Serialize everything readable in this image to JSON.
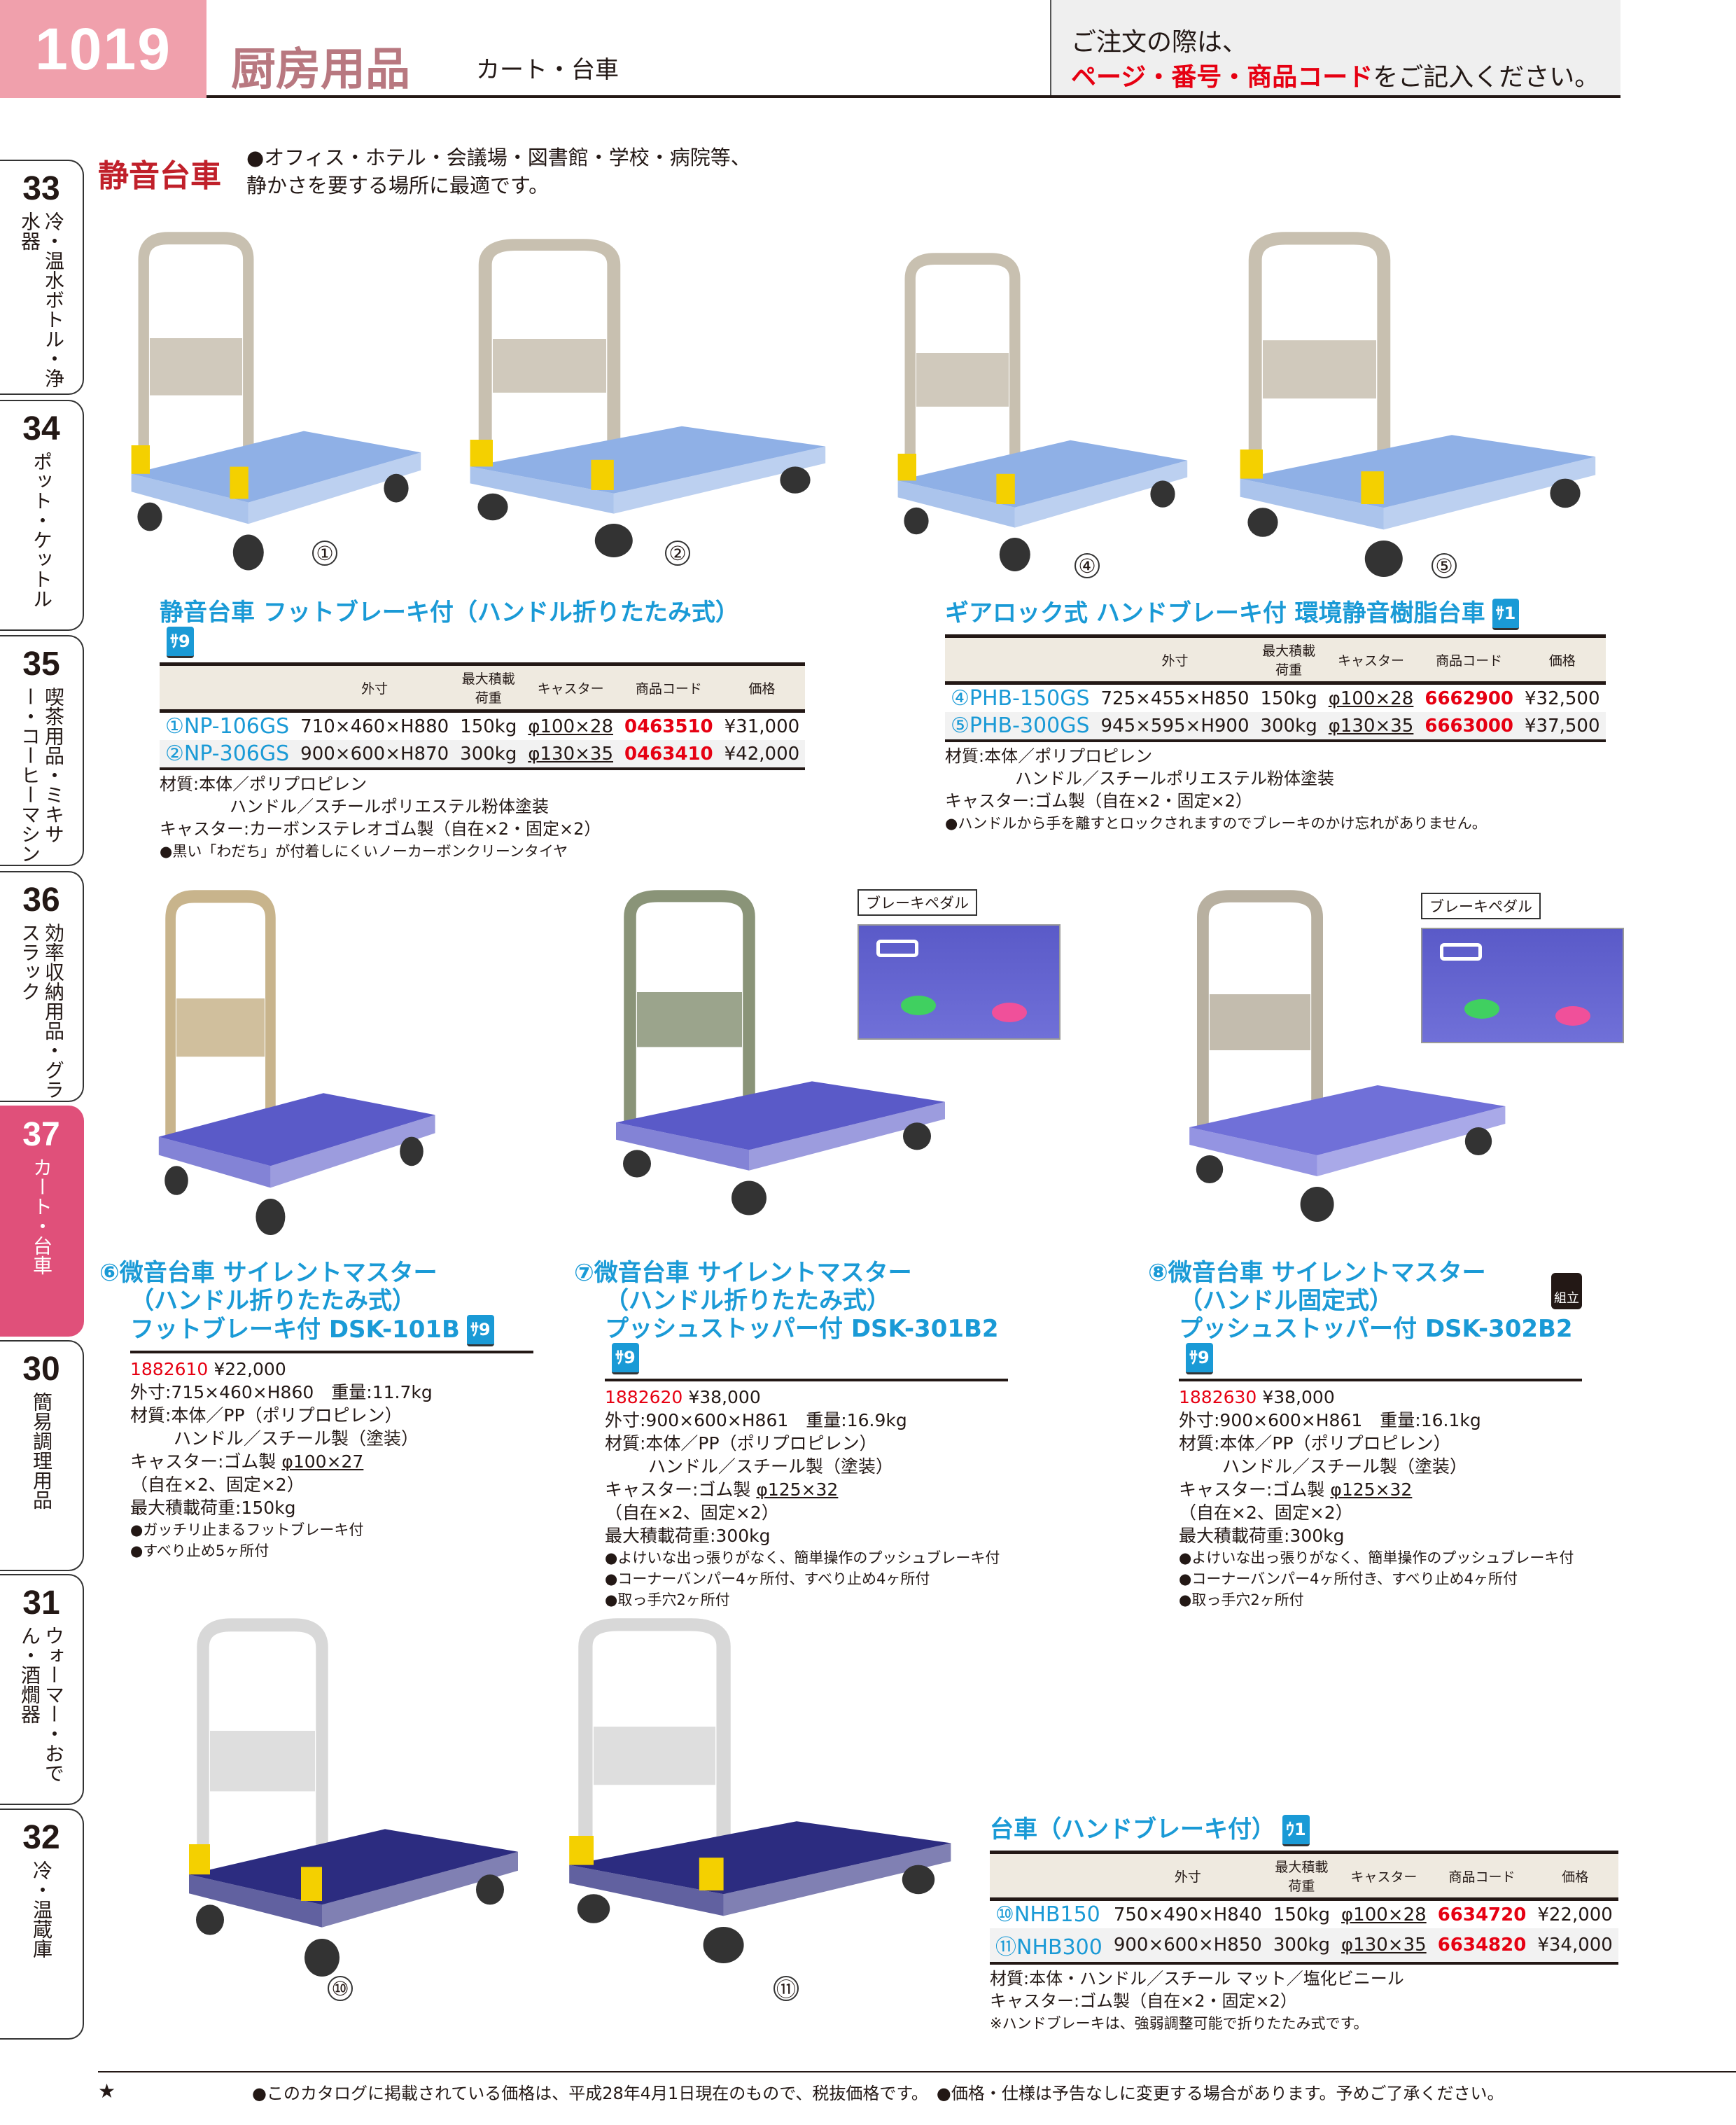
{
  "header": {
    "page_number": "1019",
    "category": "厨房用品",
    "subcategory": "カート・台車",
    "notice_line1": "ご注文の際は、",
    "notice_red": "ページ・番号・商品コード",
    "notice_rest": "をご記入ください。"
  },
  "sidebar": [
    {
      "num": "33",
      "label": "冷・温水ボトル・浄水器"
    },
    {
      "num": "34",
      "label": "ポット・ケットル"
    },
    {
      "num": "35",
      "label": "喫茶用品・ミキサー・コーヒーマシン"
    },
    {
      "num": "36",
      "label": "効率収納用品・グラスラック"
    },
    {
      "num": "37",
      "label": "カート・台車",
      "active": true
    },
    {
      "num": "30",
      "label": "簡易調理用品"
    },
    {
      "num": "31",
      "label": "ウォーマー・おでん・酒燗器"
    },
    {
      "num": "32",
      "label": "冷・温蔵庫"
    }
  ],
  "section": {
    "title": "静音台車",
    "desc1": "●オフィス・ホテル・会議場・図書館・学校・病院等、",
    "desc2": "静かさを要する場所に最適です。"
  },
  "table_headers": [
    "外寸",
    "最大積載荷重",
    "キャスター",
    "商品コード",
    "価格"
  ],
  "groupA": {
    "title": "静音台車 フットブレーキ付（ハンドル折りたたみ式）",
    "badge": "ｻ9",
    "rows": [
      {
        "no": "①",
        "model": "NP-106GS",
        "size": "710×460×H880",
        "load": "150kg",
        "caster": "φ100×28",
        "code": "0463510",
        "price": "¥31,000"
      },
      {
        "no": "②",
        "model": "NP-306GS",
        "size": "900×600×H870",
        "load": "300kg",
        "caster": "φ130×35",
        "code": "0463410",
        "price": "¥42,000"
      }
    ],
    "notes": [
      "材質:本体／ポリプロピレン",
      "ハンドル／スチールポリエステル粉体塗装",
      "キャスター:カーボンステレオゴム製（自在×2・固定×2）",
      "●黒い「わだち」が付着しにくいノーカーボンクリーンタイヤ"
    ]
  },
  "groupB": {
    "title": "ギアロック式 ハンドブレーキ付 環境静音樹脂台車",
    "badge": "ｻ1",
    "rows": [
      {
        "no": "④",
        "model": "PHB-150GS",
        "size": "725×455×H850",
        "load": "150kg",
        "caster": "φ100×28",
        "code": "6662900",
        "price": "¥32,500"
      },
      {
        "no": "⑤",
        "model": "PHB-300GS",
        "size": "945×595×H900",
        "load": "300kg",
        "caster": "φ130×35",
        "code": "6663000",
        "price": "¥37,500"
      }
    ],
    "notes": [
      "材質:本体／ポリプロピレン",
      "ハンドル／スチールポリエステル粉体塗装",
      "キャスター:ゴム製（自在×2・固定×2）",
      "●ハンドルから手を離すとロックされますのでブレーキのかけ忘れがありません。"
    ]
  },
  "photo_numbers": [
    "①",
    "②",
    "④",
    "⑤",
    "⑩",
    "⑪"
  ],
  "brake_label": "ブレーキペダル",
  "products": [
    {
      "title1": "⑥微音台車 サイレントマスター",
      "title2": "（ハンドル折りたたみ式）",
      "title3": "フットブレーキ付 DSK-101B",
      "badge": "ｻ9",
      "code": "1882610",
      "price": "¥22,000",
      "size": "外寸:715×460×H860　重量:11.7kg",
      "mat1": "材質:本体／PP（ポリプロピレン）",
      "mat2": "ハンドル／スチール製（塗装）",
      "caster_pre": "キャスター:ゴム製 ",
      "caster_ul": "φ100×27",
      "caster_post": "（自在×2、固定×2）",
      "load": "最大積載荷重:150kg",
      "bullets": [
        "●ガッチリ止まるフットブレーキ付",
        "●すべり止め5ヶ所付"
      ]
    },
    {
      "title1": "⑦微音台車 サイレントマスター",
      "title2": "（ハンドル折りたたみ式）",
      "title3": "プッシュストッパー付 DSK-301B2",
      "badge": "ｻ9",
      "code": "1882620",
      "price": "¥38,000",
      "size": "外寸:900×600×H861　重量:16.9kg",
      "mat1": "材質:本体／PP（ポリプロピレン）",
      "mat2": "ハンドル／スチール製（塗装）",
      "caster_pre": "キャスター:ゴム製 ",
      "caster_ul": "φ125×32",
      "caster_post": "（自在×2、固定×2）",
      "load": "最大積載荷重:300kg",
      "bullets": [
        "●よけいな出っ張りがなく、簡単操作のプッシュブレーキ付",
        "●コーナーバンパー4ヶ所付、すべり止め4ヶ所付",
        "●取っ手穴2ヶ所付"
      ]
    },
    {
      "title1": "⑧微音台車 サイレントマスター",
      "title2": "（ハンドル固定式）",
      "title3": "プッシュストッパー付 DSK-302B2",
      "badge": "ｻ9",
      "assembly": "組立",
      "code": "1882630",
      "price": "¥38,000",
      "size": "外寸:900×600×H861　重量:16.1kg",
      "mat1": "材質:本体／PP（ポリプロピレン）",
      "mat2": "ハンドル／スチール製（塗装）",
      "caster_pre": "キャスター:ゴム製 ",
      "caster_ul": "φ125×32",
      "caster_post": "（自在×2、固定×2）",
      "load": "最大積載荷重:300kg",
      "bullets": [
        "●よけいな出っ張りがなく、簡単操作のプッシュブレーキ付",
        "●コーナーバンパー4ヶ所付き、すべり止め4ヶ所付",
        "●取っ手穴2ヶ所付"
      ]
    }
  ],
  "groupC": {
    "title": "台車（ハンドブレーキ付）",
    "badge": "ｳ1",
    "rows": [
      {
        "no": "⑩",
        "model": "NHB150",
        "size": "750×490×H840",
        "load": "150kg",
        "caster": "φ100×28",
        "code": "6634720",
        "price": "¥22,000"
      },
      {
        "no": "⑪",
        "model": "NHB300",
        "size": "900×600×H850",
        "load": "300kg",
        "caster": "φ130×35",
        "code": "6634820",
        "price": "¥34,000"
      }
    ],
    "notes": [
      "材質:本体・ハンドル／スチール マット／塩化ビニール",
      "キャスター:ゴム製（自在×2・固定×2）",
      "※ハンドブレーキは、強弱調整可能で折りたたみ式です。"
    ]
  },
  "footer": {
    "star": "★",
    "text": "●このカタログに掲載されている価格は、平成28年4月1日現在のもので、税抜価格です。　●価格・仕様は予告なしに変更する場合があります。予めご了承ください。"
  }
}
